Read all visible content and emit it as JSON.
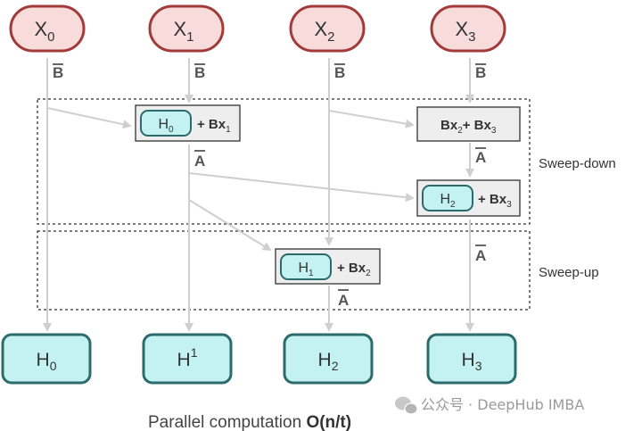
{
  "inputs": [
    {
      "base": "X",
      "sub": "0"
    },
    {
      "base": "X",
      "sub": "1"
    },
    {
      "base": "X",
      "sub": "2"
    },
    {
      "base": "X",
      "sub": "3"
    }
  ],
  "b_label": "B",
  "a_label": "A",
  "boxes": {
    "h0_bx1": {
      "h": "H",
      "h_sub": "0",
      "plus": "+ Bx",
      "plus_sub": "1"
    },
    "bx2_bx3": {
      "t1": "Bx",
      "s1": "2",
      "t2": "+ Bx",
      "s2": "3"
    },
    "h2_bx3": {
      "h": "H",
      "h_sub": "2",
      "plus": "+ Bx",
      "plus_sub": "3"
    },
    "h1_bx2": {
      "h": "H",
      "h_sub": "1",
      "plus": "+ Bx",
      "plus_sub": "2"
    }
  },
  "phase_labels": {
    "down": "Sweep-down",
    "up": "Sweep-up"
  },
  "outputs": [
    {
      "base": "H",
      "sub": "0"
    },
    {
      "base": "H",
      "sup": "1"
    },
    {
      "base": "H",
      "sub": "2"
    },
    {
      "base": "H",
      "sub": "3"
    }
  ],
  "caption": {
    "prefix": "Parallel computation ",
    "complexity": "O(n/t)"
  },
  "watermark": "公众号 · DeepHub IMBA",
  "colors": {
    "input_fill": "#f8dcdc",
    "input_stroke": "#a33a3a",
    "output_fill": "#c4f2f2",
    "output_stroke": "#2c6b6b",
    "box_fill": "#eeeeee",
    "arrow": "#cfcfcf",
    "text": "#333333"
  }
}
